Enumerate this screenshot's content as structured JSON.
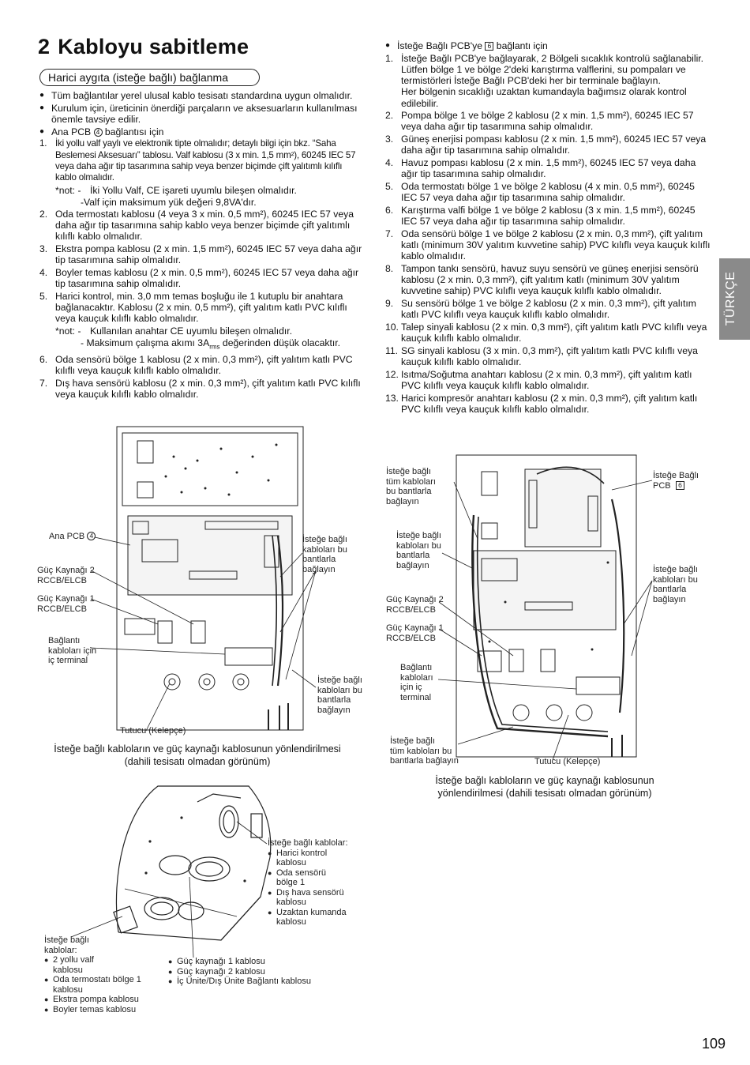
{
  "heading": {
    "number": "2",
    "title": "Kabloyu sabitleme"
  },
  "section_pill": "Harici aygıta (isteğe bağlı) bağlanma",
  "left_bullets": [
    "Tüm bağlantılar yerel ulusal kablo tesisatı standardına uygun olmalıdır.",
    "Kurulum için, üreticinin önerdiği parçaların ve aksesuarların kullanılması önemle tavsiye edilir."
  ],
  "ana_pcb_heading": {
    "prefix": "Ana PCB",
    "mark": "4",
    "suffix": "bağlantısı için"
  },
  "left_items": [
    {
      "n": "1.",
      "text": "İki yollu valf yaylı ve elektronik tipte olmalıdır; detaylı bilgi için bkz. “Saha Beslemesi Aksesuarı” tablosu. Valf kablosu (3 x min. 1,5 mm²), 60245 IEC 57 veya daha ağır tip tasarımına sahip veya benzer biçimde çift yalıtımlı kılıflı kablo olmalıdır."
    },
    {
      "n": "2.",
      "text": "Oda termostatı kablosu (4 veya 3 x min. 0,5 mm²), 60245 IEC 57 veya daha ağır tip tasarımına sahip kablo veya benzer biçimde çift yalıtımlı kılıflı kablo olmalıdır."
    },
    {
      "n": "3.",
      "text": "Ekstra pompa kablosu (2 x min. 1,5 mm²), 60245 IEC 57 veya daha ağır tip tasarımına sahip olmalıdır."
    },
    {
      "n": "4.",
      "text": "Boyler temas kablosu (2 x min. 0,5 mm²), 60245 IEC 57 veya daha ağır tip tasarımına sahip olmalıdır."
    },
    {
      "n": "5.",
      "text": "Harici kontrol, min. 3,0 mm temas boşluğu ile 1 kutuplu bir anahtara bağlanacaktır. Kablosu (2 x min. 0,5 mm²), çift yalıtım katlı PVC kılıflı veya kauçuk kılıflı kablo olmalıdır."
    },
    {
      "n": "6.",
      "text": "Oda sensörü bölge 1 kablosu (2 x min. 0,3 mm²), çift yalıtım katlı PVC kılıflı veya kauçuk kılıflı kablo olmalıdır."
    },
    {
      "n": "7.",
      "text": "Dış hava sensörü kablosu (2 x min. 0,3 mm²), çift yalıtım katlı PVC kılıflı veya kauçuk kılıflı kablo olmalıdır."
    }
  ],
  "note1": {
    "key": "*not: -",
    "l1": "İki Yollu Valf, CE işareti uyumlu bileşen olmalıdır.",
    "l2": "-Valf için maksimum yük değeri 9,8VA'dır."
  },
  "note5": {
    "key": "*not: -",
    "l1": "Kullanılan anahtar CE uyumlu bileşen olmalıdır.",
    "l2a": "- Maksimum çalışma akımı 3A",
    "l2sub": "rms",
    "l2b": " değerinden düşük olacaktır."
  },
  "right_bullet": {
    "prefix": "İsteğe Bağlı PCB'ye",
    "mark": "6",
    "suffix": "bağlantı için"
  },
  "right_items": [
    {
      "n": "1.",
      "text": "İsteğe Bağlı PCB'ye bağlayarak, 2 Bölgeli sıcaklık kontrolü sağlanabilir. Lütfen bölge 1 ve bölge 2'deki karıştırma valflerini, su pompaları ve termistörleri İsteğe Bağlı PCB'deki her bir terminale bağlayın.",
      "extra": "Her bölgenin sıcaklığı uzaktan kumandayla bağımsız olarak kontrol edilebilir."
    },
    {
      "n": "2.",
      "text": "Pompa bölge 1 ve bölge 2 kablosu (2 x min. 1,5 mm²), 60245 IEC 57 veya daha ağır tip tasarımına sahip olmalıdır."
    },
    {
      "n": "3.",
      "text": "Güneş enerjisi pompası kablosu (2 x min. 1,5 mm²), 60245 IEC 57 veya daha ağır tip tasarımına sahip olmalıdır."
    },
    {
      "n": "4.",
      "text": "Havuz pompası kablosu (2 x min. 1,5 mm²), 60245 IEC 57 veya daha ağır tip tasarımına sahip olmalıdır."
    },
    {
      "n": "5.",
      "text": "Oda termostatı bölge 1 ve bölge 2 kablosu (4 x min. 0,5 mm²), 60245 IEC 57 veya daha ağır tip tasarımına sahip olmalıdır."
    },
    {
      "n": "6.",
      "text": "Karıştırma valfi bölge 1 ve bölge 2 kablosu (3 x min. 1,5 mm²), 60245 IEC 57 veya daha ağır tip tasarımına sahip olmalıdır."
    },
    {
      "n": "7.",
      "text": "Oda sensörü bölge 1 ve bölge 2 kablosu (2 x min. 0,3 mm²), çift yalıtım katlı (minimum 30V yalıtım kuvvetine sahip) PVC kılıflı veya kauçuk kılıflı kablo olmalıdır."
    },
    {
      "n": "8.",
      "text": "Tampon tankı sensörü, havuz suyu sensörü ve güneş enerjisi sensörü kablosu (2 x min. 0,3 mm²), çift yalıtım katlı (minimum 30V yalıtım kuvvetine sahip) PVC kılıflı veya kauçuk kılıflı kablo olmalıdır."
    },
    {
      "n": "9.",
      "text": "Su sensörü bölge 1 ve bölge 2 kablosu (2 x min. 0,3 mm²), çift yalıtım katlı PVC kılıflı veya kauçuk kılıflı kablo olmalıdır."
    },
    {
      "n": "10.",
      "text": "Talep sinyali kablosu (2 x min. 0,3 mm²), çift yalıtım katlı PVC kılıflı veya kauçuk kılıflı kablo olmalıdır."
    },
    {
      "n": "11.",
      "text": "SG sinyali kablosu (3 x min. 0,3 mm²), çift yalıtım katlı PVC kılıflı veya kauçuk kılıflı kablo olmalıdır."
    },
    {
      "n": "12.",
      "text": "Isıtma/Soğutma anahtarı kablosu (2 x min. 0,3 mm²), çift yalıtım katlı PVC kılıflı veya kauçuk kılıflı kablo olmalıdır."
    },
    {
      "n": "13.",
      "text": "Harici kompresör anahtarı kablosu (2 x min. 0,3 mm²), çift yalıtım katlı PVC kılıflı veya kauçuk kılıflı kablo olmalıdır."
    }
  ],
  "fig1": {
    "ana_pcb": "Ana PCB",
    "ana_pcb_mark": "4",
    "guc2": "Güç Kaynağı 2\nRCCB/ELCB",
    "guc1": "Güç Kaynağı 1\nRCCB/ELCB",
    "baglanti": "Bağlantı\nkabloları için\niç terminal",
    "istege_top": "İsteğe bağlı\nkabloları bu\nbantlarla\nbağlayın",
    "istege_bottom": "İsteğe bağlı\nkabloları bu\nbantlarla\nbağlayın",
    "tutucu": "Tutucu (Kelepçe)",
    "caption": "İsteğe bağlı kabloların ve güç kaynağı kablosunun yönlendirilmesi\n(dahili tesisatı olmadan görünüm)"
  },
  "fig2": {
    "istege_tum": "İsteğe bağlı\ntüm kabloları\nbu bantlarla\nbağlayın",
    "istege_pcb": "İsteğe Bağlı\nPCB",
    "istege_pcb_mark": "6",
    "istege_left": "İsteğe bağlı\nkabloları bu\nbantlarla\nbağlayın",
    "istege_right": "İsteğe bağlı\nkabloları bu\nbantlarla\nbağlayın",
    "guc2": "Güç Kaynağı 2\nRCCB/ELCB",
    "guc1": "Güç Kaynağı 1\nRCCB/ELCB",
    "baglanti": "Bağlantı\nkabloları\niçin iç\nterminal",
    "istege_bottom": "İsteğe bağlı\ntüm kabloları bu\nbantlarla bağlayın",
    "tutucu": "Tutucu (Kelepçe)",
    "caption": "İsteğe bağlı kabloların ve güç kaynağı kablosunun\nyönlendirilmesi (dahili tesisatı olmadan görünüm)"
  },
  "fig3": {
    "right_title": "İsteğe bağlı kablolar:",
    "right_items": [
      "Harici kontrol\nkablosu",
      "Oda sensörü\nbölge 1",
      "Dış hava sensörü\nkablosu",
      "Uzaktan kumanda\nkablosu"
    ],
    "left_title": "İsteğe bağlı\nkablolar:",
    "left_items": [
      "2 yollu valf\nkablosu",
      "Oda termostatı bölge 1\nkablosu",
      "Ekstra pompa kablosu",
      "Boyler temas kablosu"
    ],
    "center_items": [
      "Güç kaynağı 1 kablosu",
      "Güç kaynağı 2 kablosu",
      "İç Ünite/Dış Ünite Bağlantı kablosu"
    ]
  },
  "side_tab": "TÜRKÇE",
  "page_number": "109"
}
